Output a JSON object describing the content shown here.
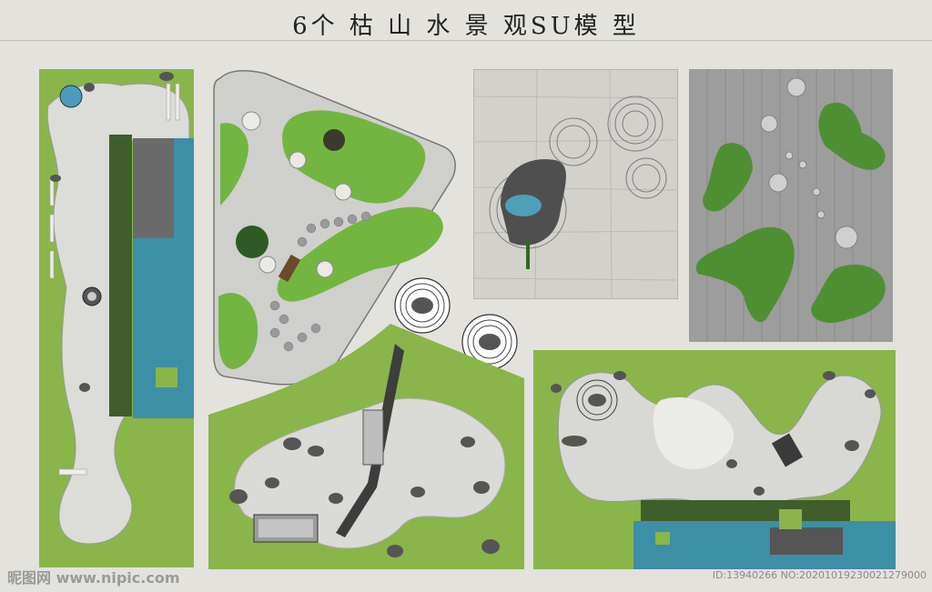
{
  "title": "6个 枯 山 水 景 观SU模 型",
  "watermark": {
    "site": "昵图网 www.nipic.com",
    "id_line": "ID:13940266 NO:20201019230021279000"
  },
  "colors": {
    "background": "#e3e2dd",
    "grass": "#8ab54a",
    "dark_grass": "#3f7f2a",
    "water": "#3d8fa6",
    "gravel": "#d7d7d4",
    "stone": "#5b5b5b"
  }
}
